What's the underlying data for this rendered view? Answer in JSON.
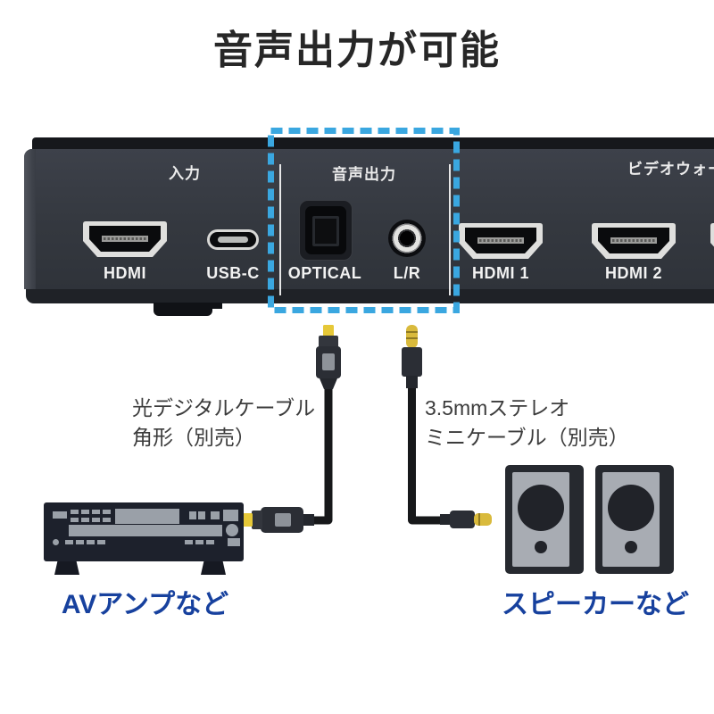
{
  "title": "音声出力が可能",
  "panel": {
    "sections": {
      "input": "入力",
      "audio_out": "音声出力",
      "video_wall": "ビデオウォール"
    },
    "ports": {
      "hdmi_in": "HDMI",
      "usb_c": "USB-C",
      "optical": "OPTICAL",
      "line_out": "L/R",
      "hdmi_out1": "HDMI 1",
      "hdmi_out2": "HDMI 2"
    }
  },
  "callouts": {
    "optical_cable": {
      "line1": "光デジタルケーブル",
      "line2": "角形（別売）"
    },
    "stereo_cable": {
      "line1": "3.5mmステレオ",
      "line2": "ミニケーブル（別売）"
    }
  },
  "equipment": {
    "amp": "AVアンプなど",
    "speakers": "スピーカーなど"
  },
  "colors": {
    "highlight_blue": "#3AA7E0",
    "label_blue": "#17419E",
    "connector_yellow": "#E6C838",
    "panel_dark": "#34383F"
  }
}
